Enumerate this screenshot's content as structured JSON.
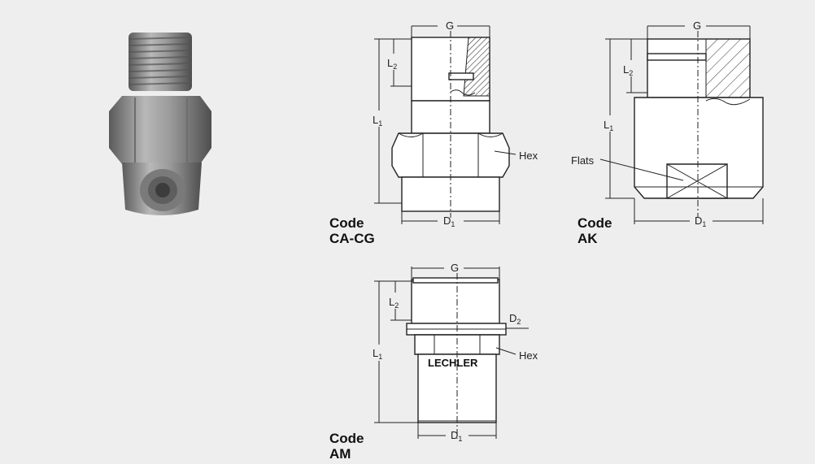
{
  "views": [
    {
      "code_label": "Code",
      "code_value": "CA-CG",
      "dims": {
        "g": "G",
        "l1": "L",
        "l1_sub": "1",
        "l2": "L",
        "l2_sub": "2",
        "d1": "D",
        "d1_sub": "1",
        "hex": "Hex"
      }
    },
    {
      "code_label": "Code",
      "code_value": "AK",
      "dims": {
        "g": "G",
        "l1": "L",
        "l1_sub": "1",
        "l2": "L",
        "l2_sub": "2",
        "d1": "D",
        "d1_sub": "1",
        "flats": "Flats"
      }
    },
    {
      "code_label": "Code",
      "code_value": "AM",
      "dims": {
        "g": "G",
        "l1": "L",
        "l1_sub": "1",
        "l2": "L",
        "l2_sub": "2",
        "d1": "D",
        "d1_sub": "1",
        "d2": "D",
        "d2_sub": "2",
        "hex": "Hex",
        "brand": "LECHLER"
      }
    }
  ],
  "colors": {
    "panel": "#eeeeee",
    "line": "#222222",
    "nozzle_metal": "#8a8a8a"
  }
}
